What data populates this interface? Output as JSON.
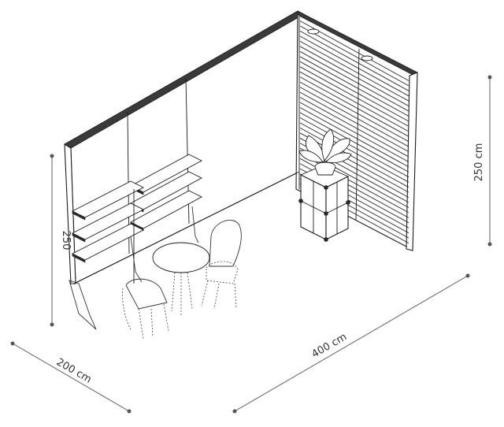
{
  "dimensions": {
    "width_label": "400 cm",
    "depth_label": "200 cm",
    "height_right_label": "250 cm",
    "height_left_label": "250"
  },
  "colors": {
    "line": "#1c1c1c",
    "dimension": "#7a7a7a",
    "background": "#ffffff"
  }
}
